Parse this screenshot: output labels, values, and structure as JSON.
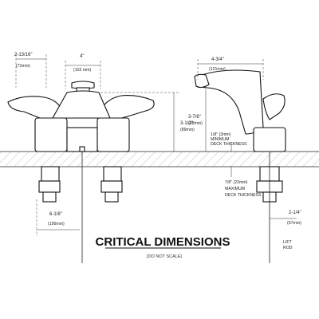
{
  "title": "CRITICAL DIMENSIONS",
  "subtitle": "(DO NOT SCALE)",
  "dimensions": {
    "handle_offset": {
      "label": "2-13/16\"",
      "metric": "(72mm)"
    },
    "spout_spacing": {
      "label": "4\"",
      "metric": "(102 mm)"
    },
    "spout_reach": {
      "label": "4-3/4\"",
      "metric": "(121mm)"
    },
    "spout_height_front": {
      "label": "3-1/2\"",
      "metric": "(89mm)"
    },
    "spout_height_side": {
      "label": "3-7/8\"",
      "metric": "(98mm)"
    },
    "min_deck": {
      "label": "1/8\" (3mm)",
      "line2": "MINIMUM",
      "line3": "DECK THICKNESS"
    },
    "max_deck": {
      "label": "7/8\" (22mm)",
      "line2": "MAXIMUM",
      "line3": "DECK THICKNESS"
    },
    "base_width": {
      "label": "6-1/8\"",
      "metric": "(156mm)"
    },
    "lift_rod_offset": {
      "label": "2-1/4\"",
      "metric": "(57mm)"
    },
    "lift_rod": {
      "line1": "LIFT",
      "line2": "ROD"
    }
  }
}
